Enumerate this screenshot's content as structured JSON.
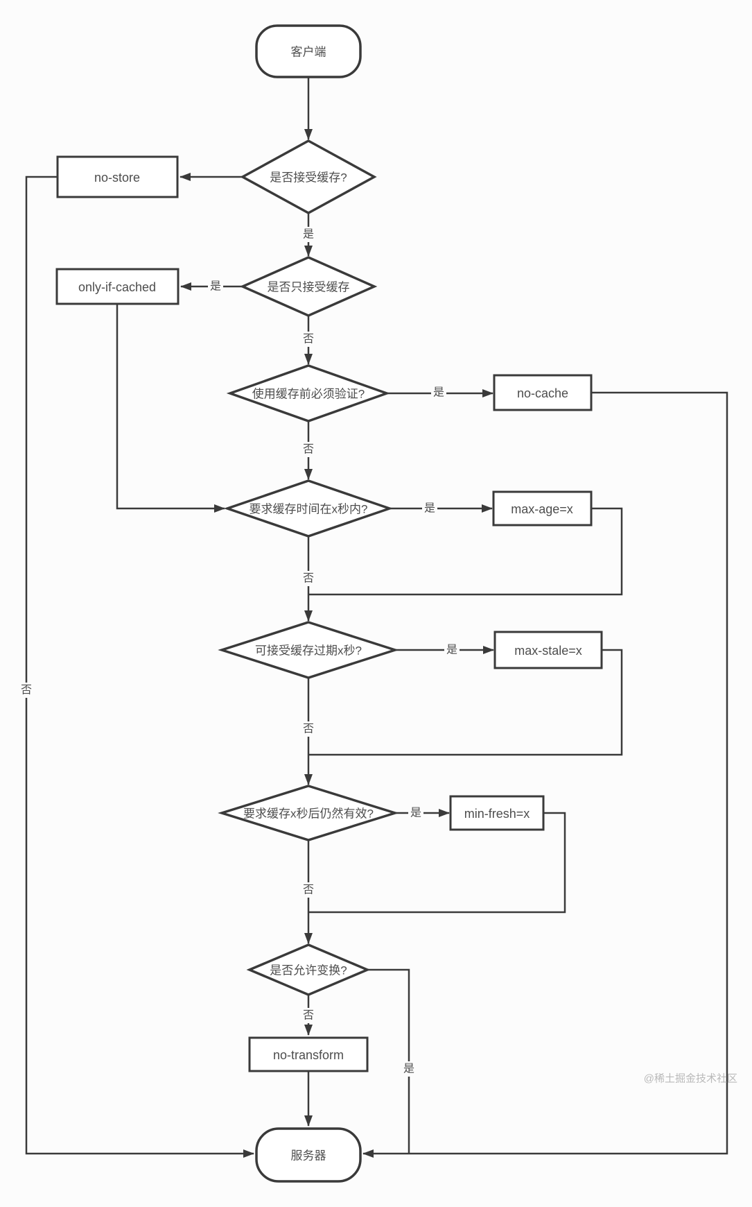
{
  "nodes": {
    "client": "客户端",
    "decision_accept_cache": "是否接受缓存?",
    "no_store": "no-store",
    "decision_only_cache": "是否只接受缓存",
    "only_if_cached": "only-if-cached",
    "decision_must_validate": "使用缓存前必须验证?",
    "no_cache": "no-cache",
    "decision_max_age": "要求缓存时间在x秒内?",
    "max_age": "max-age=x",
    "decision_max_stale": "可接受缓存过期x秒?",
    "max_stale": "max-stale=x",
    "decision_min_fresh": "要求缓存x秒后仍然有效?",
    "min_fresh": "min-fresh=x",
    "decision_transform": "是否允许变换?",
    "no_transform": "no-transform",
    "server": "服务器"
  },
  "edge_labels": {
    "yes": "是",
    "no": "否"
  },
  "watermark": "@稀土掘金技术社区",
  "colors": {
    "line": "#3a3a3a",
    "node_fill": "#ffffff",
    "text": "#4d4d4d",
    "background": "#fcfcfc",
    "watermark": "#b9b9b9"
  }
}
